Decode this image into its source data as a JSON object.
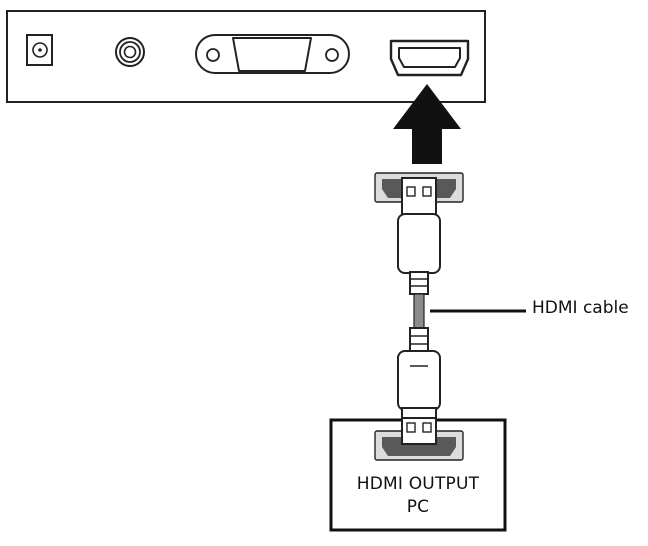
{
  "callout": {
    "cable_label": "HDMI cable"
  },
  "pc_box": {
    "line1": "HDMI OUTPUT",
    "line2": "PC"
  },
  "icons": {
    "power": "dc-power-jack-icon",
    "audio": "audio-jack-icon",
    "vga": "vga-port-icon",
    "hdmi": "hdmi-port-icon",
    "arrow": "insert-direction-arrow-icon"
  },
  "colors": {
    "line": "#222222",
    "port_fill": "#dcdcdc",
    "port_dark": "#595959",
    "background": "#ffffff"
  }
}
